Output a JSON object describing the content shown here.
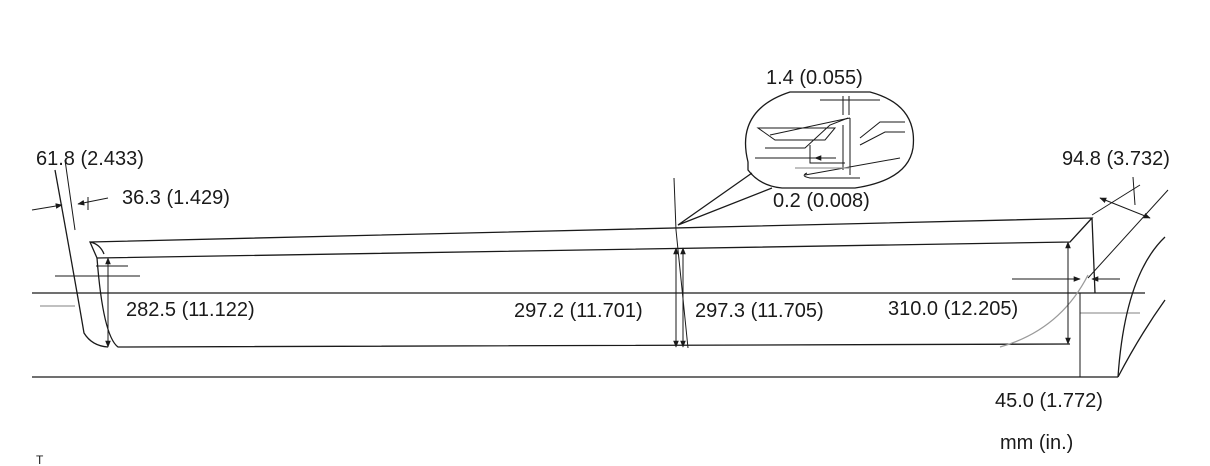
{
  "units": "mm (in.)",
  "dimensions": {
    "d_61_8": "61.8 (2.433)",
    "d_36_3": "36.3 (1.429)",
    "d_282_5": "282.5 (11.122)",
    "d_297_2": "297.2 (11.701)",
    "d_297_3": "297.3 (11.705)",
    "d_310_0": "310.0 (12.205)",
    "d_94_8": "94.8 (3.732)",
    "d_45_0": "45.0 (1.772)",
    "d_1_4": "1.4 (0.055)",
    "d_0_2": "0.2 (0.008)"
  },
  "footnote_mark": "T"
}
